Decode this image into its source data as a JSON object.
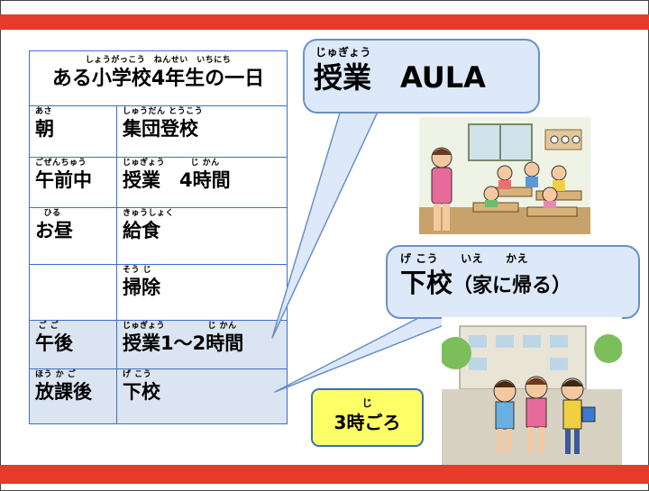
{
  "schedule": {
    "title_ruby": "しょうがっこう　ねんせい　いちにち",
    "title": "ある小学校4年生の一日",
    "rows": [
      {
        "time_ruby": "あさ",
        "time": "朝",
        "activity_ruby": "しゅうだん とうこう",
        "activity": "集団登校"
      },
      {
        "time_ruby": "ごぜんちゅう",
        "time": "午前中",
        "activity_ruby": "じゅぎょう　　　じ かん",
        "activity": "授業　4時間"
      },
      {
        "time_ruby": "　ひる",
        "time": "お昼",
        "activity_ruby": "きゅうしょく",
        "activity": "給食"
      },
      {
        "time_ruby": "",
        "time": "",
        "activity_ruby": "そう じ",
        "activity": "掃除"
      },
      {
        "time_ruby": " ご ご",
        "time": "午後",
        "activity_ruby": "じゅぎょう　　　　　じ かん",
        "activity": "授業1〜2時間"
      },
      {
        "time_ruby": "ほう か ご",
        "time": "放課後",
        "activity_ruby": "げ こう",
        "activity": "下校"
      }
    ]
  },
  "bubble_class": {
    "ruby": "じゅぎょう",
    "text": "授業　AULA"
  },
  "bubble_home": {
    "ruby": "げ こう　　いえ　　かえ",
    "text": "下校",
    "paren": "（家に帰る）"
  },
  "time_badge": {
    "ruby": "じ",
    "text": "3時ごろ"
  },
  "illustrations": [
    "classroom-illustration",
    "children-walking-home-illustration"
  ]
}
